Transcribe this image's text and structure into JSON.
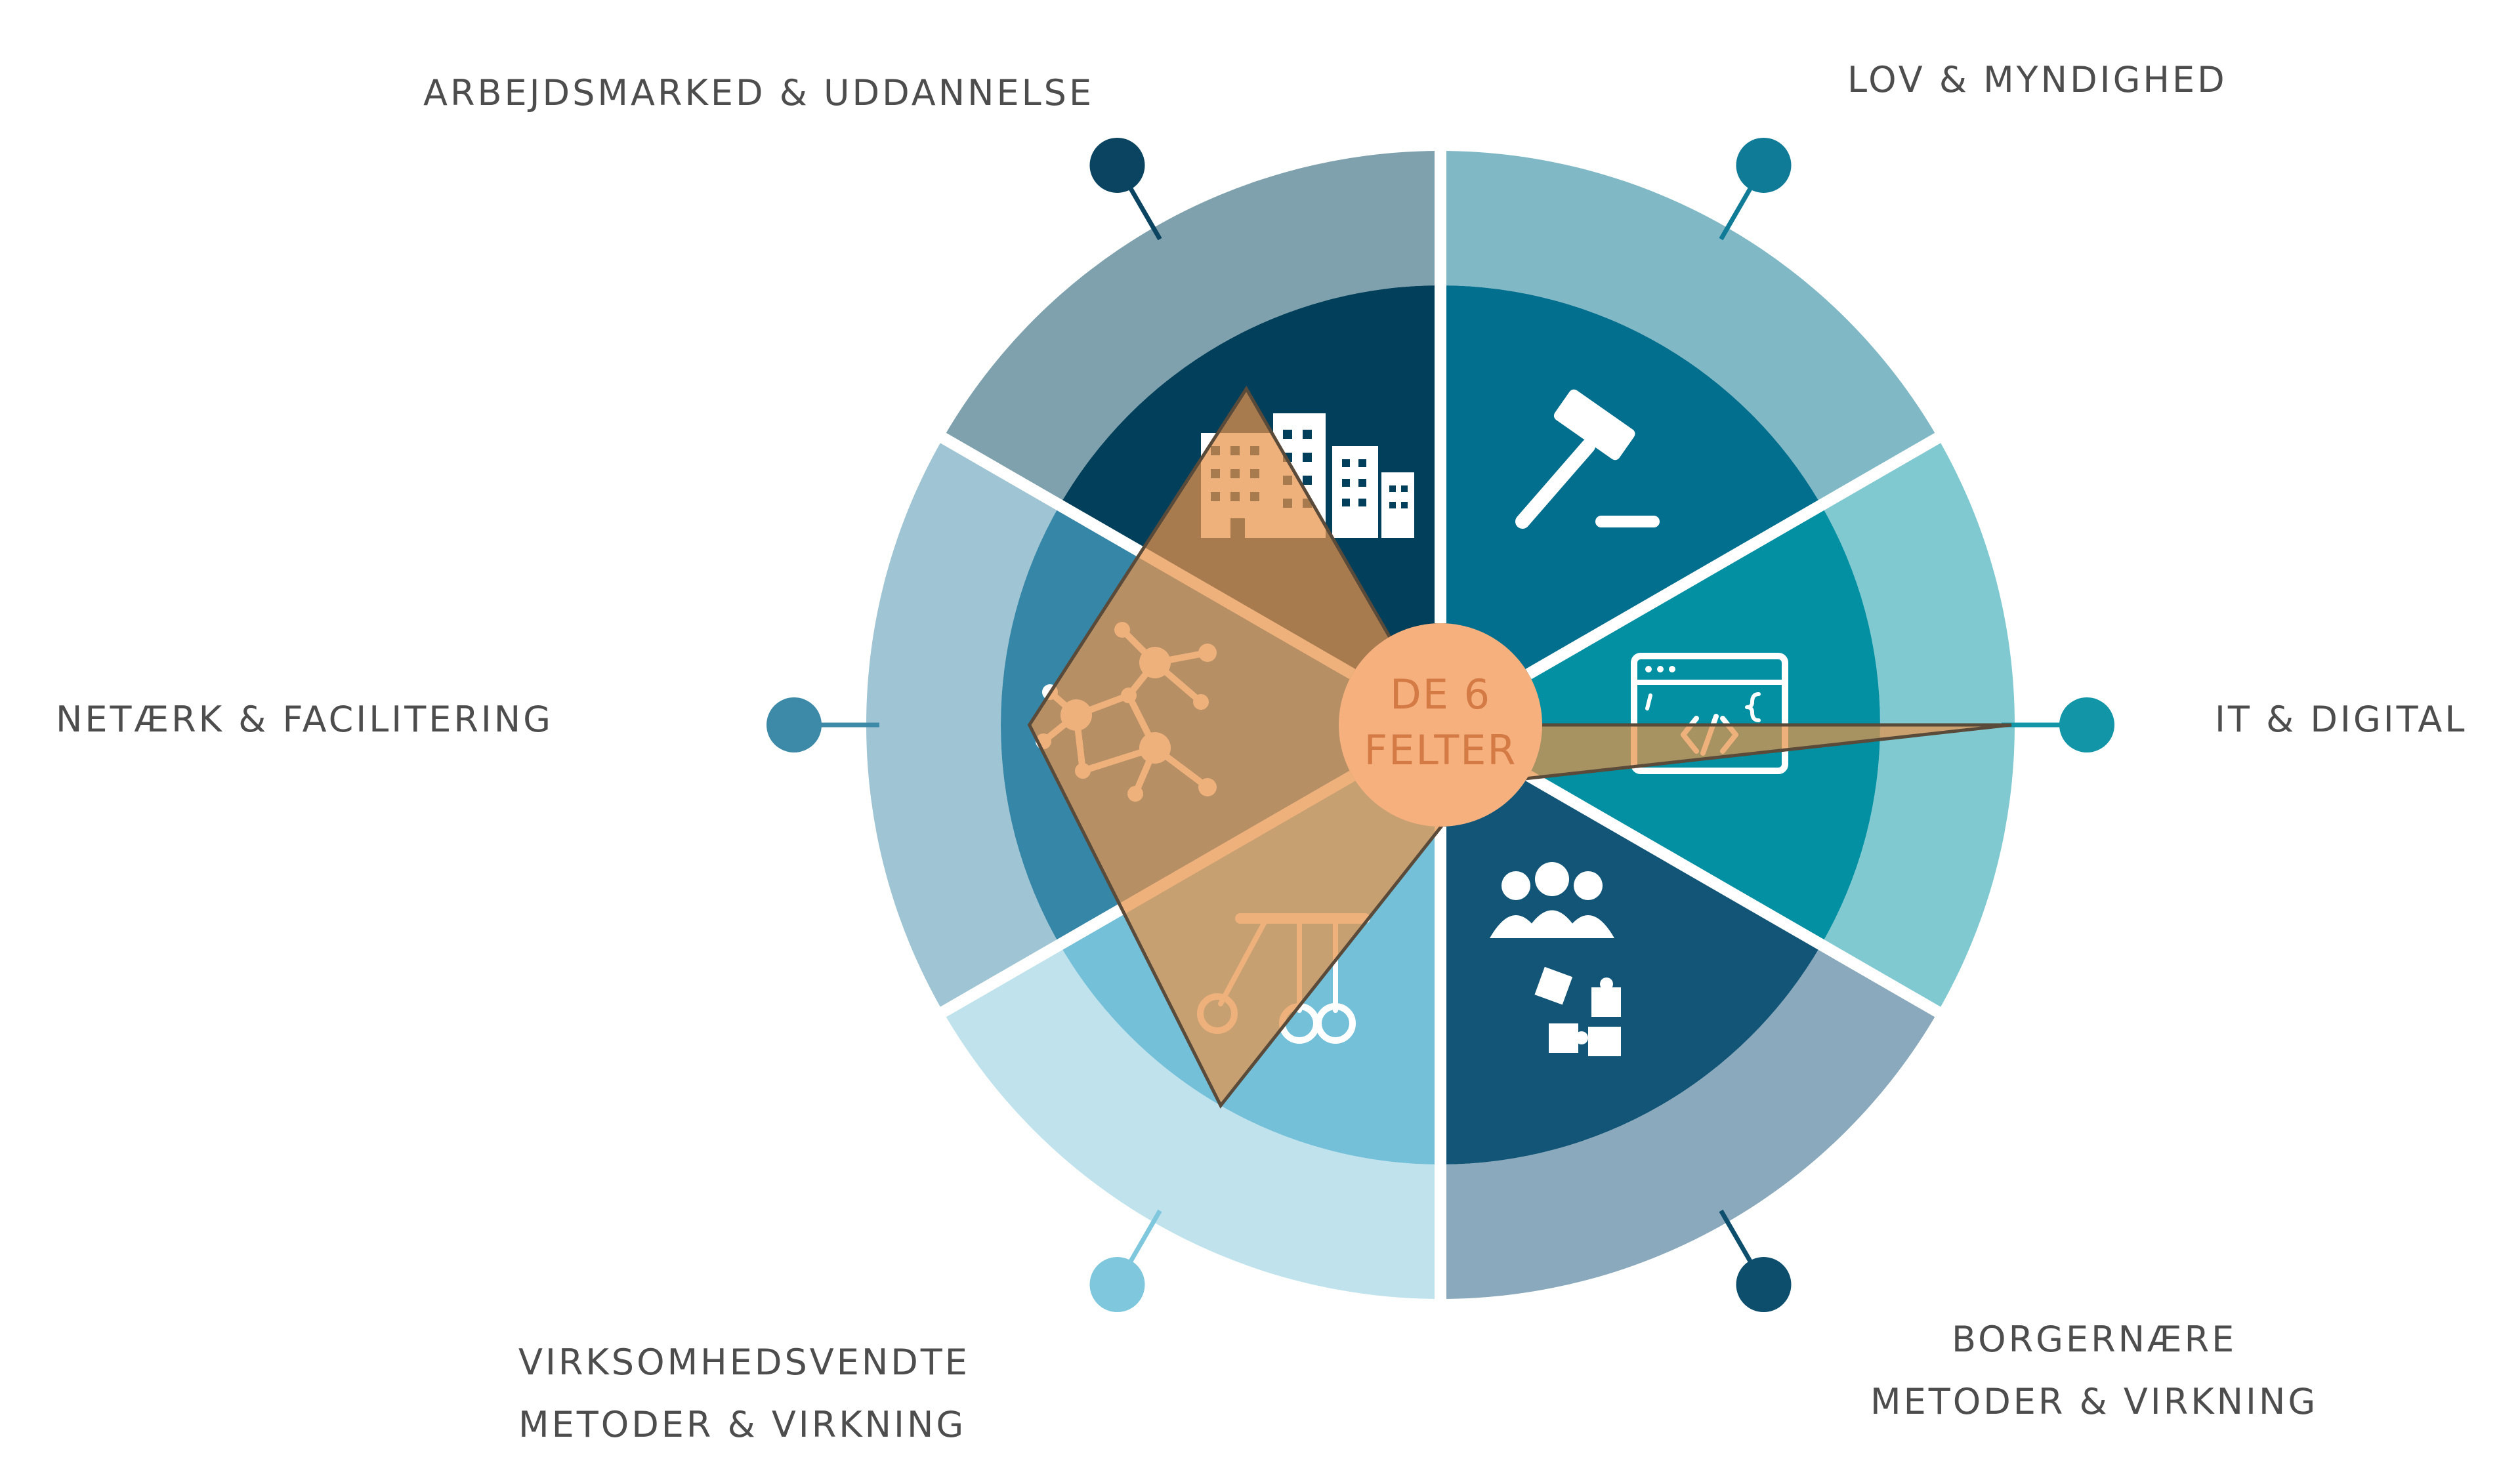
{
  "center": {
    "line1": "DE 6",
    "line2": "FELTER"
  },
  "fields": [
    {
      "id": "arbejdsmarked",
      "lines": [
        "ARBEJDSMARKED & UDDANNELSE"
      ],
      "icon": "buildings-icon",
      "inner_color": "#013f5a",
      "outer_color": "#7fa1ad",
      "dot_color": "#0b4460"
    },
    {
      "id": "lov",
      "lines": [
        "LOV & MYNDIGHED"
      ],
      "icon": "gavel-icon",
      "inner_color": "#016f8d",
      "outer_color": "#80b8c6",
      "dot_color": "#0f7b97"
    },
    {
      "id": "it",
      "lines": [
        "IT & DIGITAL"
      ],
      "icon": "code-window-icon",
      "inner_color": "#0290a2",
      "outer_color": "#80c9d1",
      "dot_color": "#1295a7"
    },
    {
      "id": "borgernaere",
      "lines": [
        "BORGERNÆRE",
        "METODER & VIRKNING"
      ],
      "icon": "people-puzzle-icon",
      "inner_color": "#125577",
      "outer_color": "#8aa9bc",
      "dot_color": "#0d4e6d"
    },
    {
      "id": "virksomhed",
      "lines": [
        "VIRKSOMHEDSVENDTE",
        "METODER & VIRKNING"
      ],
      "icon": "pendulum-icon",
      "inner_color": "#74c0d8",
      "outer_color": "#bfe2ec",
      "dot_color": "#7ec7dd"
    },
    {
      "id": "netaerk",
      "lines": [
        "NETÆRK & FACILITERING"
      ],
      "icon": "network-icon",
      "inner_color": "#3686a8",
      "outer_color": "#9fc4d3",
      "dot_color": "#3d8aa8"
    }
  ],
  "radar": {
    "scale_max": 1.0,
    "values": [
      0.68,
      0.0,
      1.0,
      0.12,
      0.77,
      0.72
    ],
    "fill_color": "#e8934a",
    "stroke_color": "#5a4a3a"
  },
  "center_circle_color": "#f5b07e",
  "divider_color": "#ffffff"
}
